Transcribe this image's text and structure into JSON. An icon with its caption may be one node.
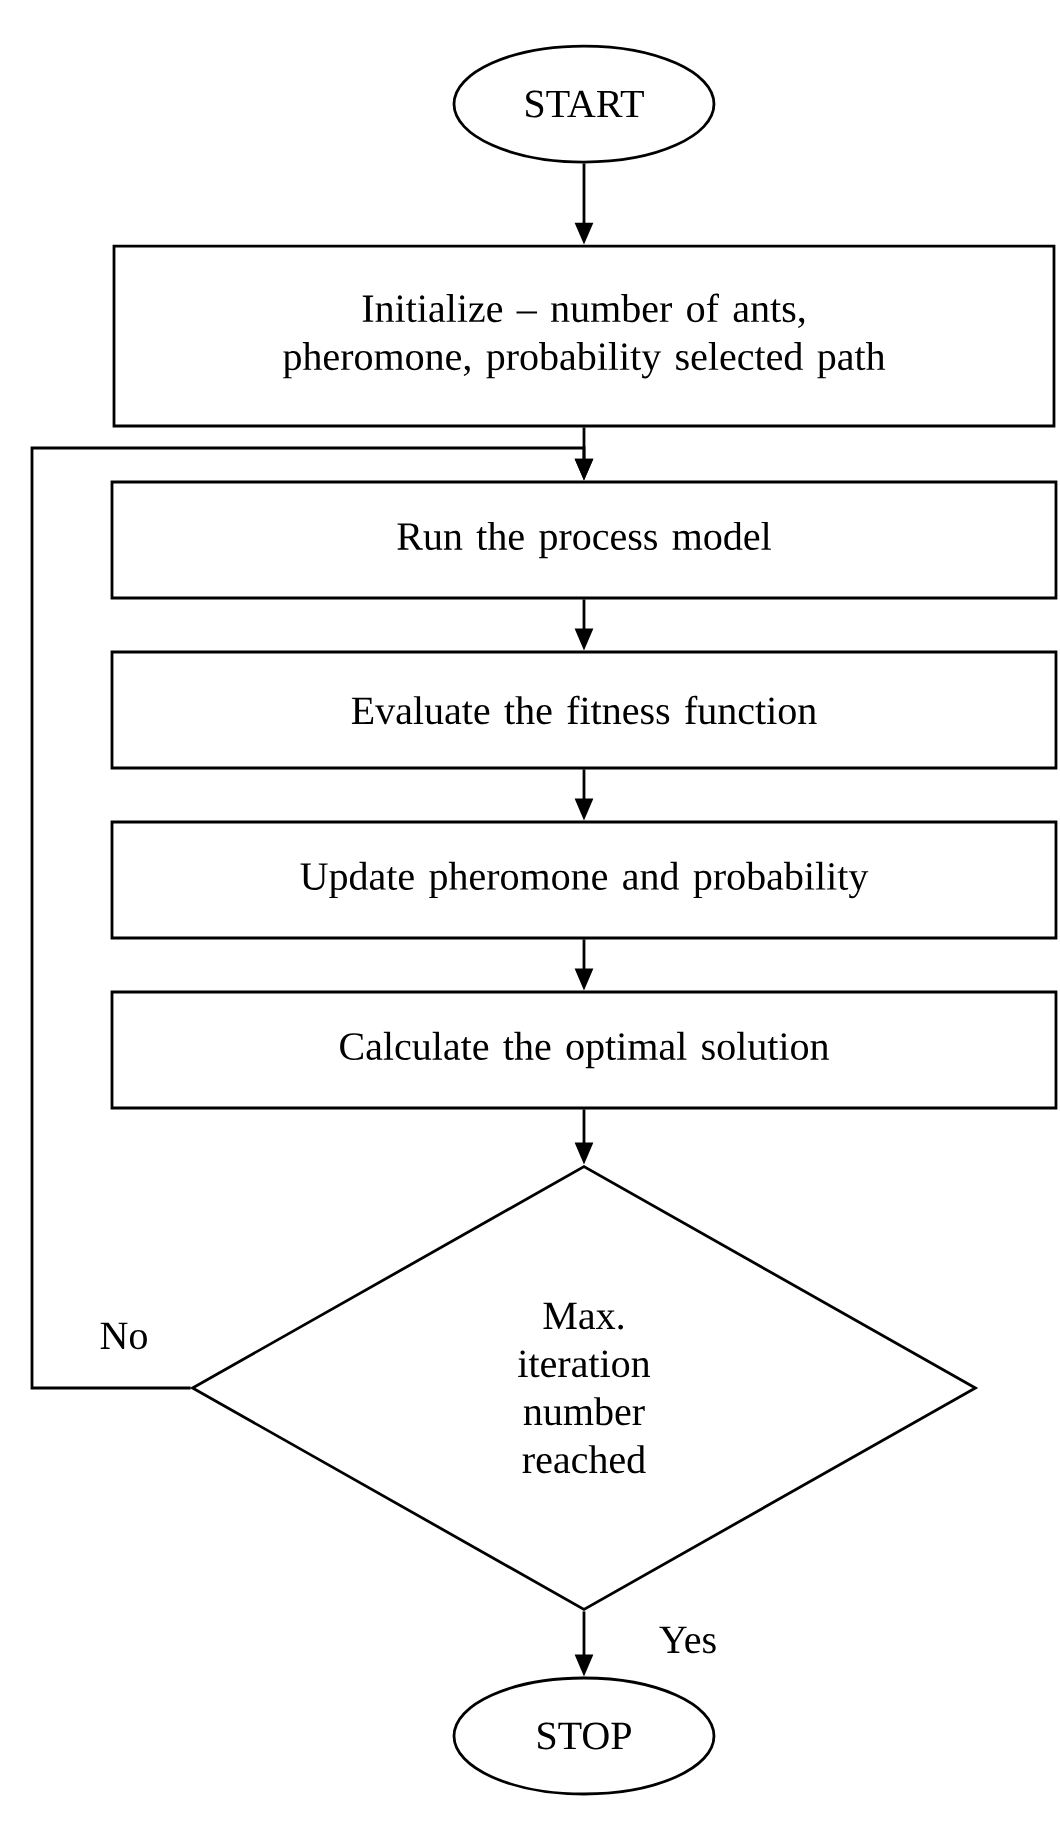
{
  "diagram": {
    "nodes": [
      {
        "text": [
          "START"
        ]
      },
      {
        "text": [
          "Initialize – number of ants, pheromone, probability selected path"
        ]
      },
      {
        "text": [
          "Run the process model"
        ]
      },
      {
        "text": [
          "Evaluate the fitness function"
        ]
      },
      {
        "text": [
          "Update pheromone and probability"
        ]
      },
      {
        "text": [
          "Calculate the optimal solution"
        ]
      },
      {
        "text": [
          "Max. iteration number reached"
        ]
      },
      {
        "text": [
          "STOP"
        ]
      }
    ],
    "edges": [
      {
        "from": 0,
        "to": 1,
        "arrow": "to"
      },
      {
        "from": 1,
        "to": 2,
        "arrow": "to"
      },
      {
        "from": 2,
        "to": 3,
        "arrow": "to"
      },
      {
        "from": 3,
        "to": 4,
        "arrow": "to"
      },
      {
        "from": 4,
        "to": 5,
        "arrow": "to"
      },
      {
        "from": 5,
        "to": 6,
        "arrow": "to"
      },
      {
        "from": 6,
        "to": 2,
        "arrow": "to",
        "label": "No"
      },
      {
        "from": 6,
        "to": 7,
        "arrow": "to",
        "label": "Yes"
      }
    ]
  }
}
